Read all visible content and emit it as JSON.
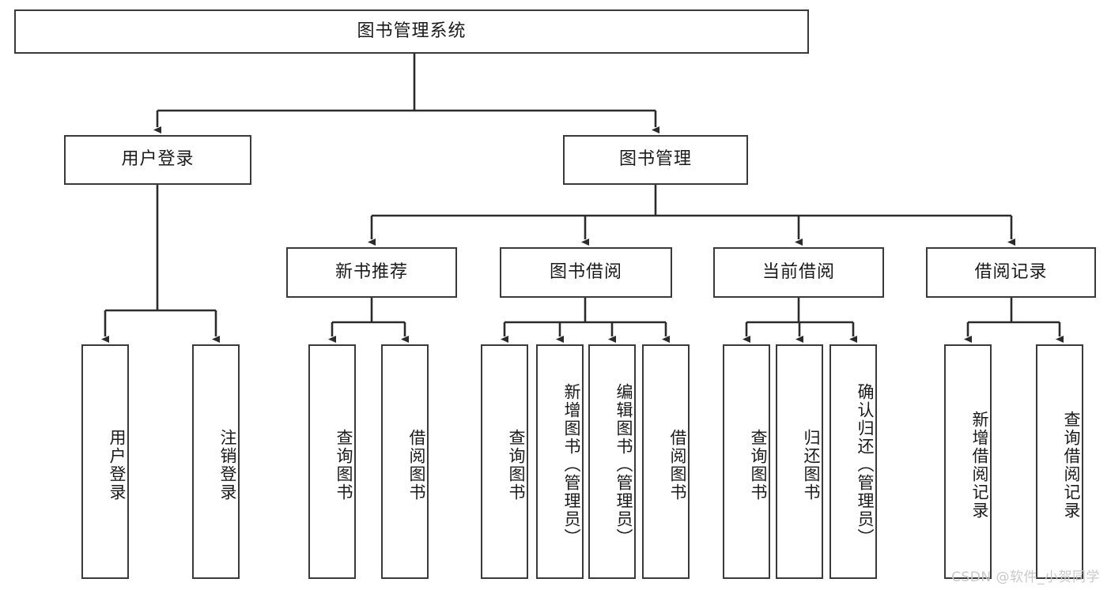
{
  "diagram": {
    "type": "tree-hierarchy",
    "title": "图书管理系统",
    "root": {
      "label": "图书管理系统"
    },
    "level2": [
      {
        "label": "用户登录"
      },
      {
        "label": "图书管理"
      }
    ],
    "level3": [
      {
        "label": "新书推荐"
      },
      {
        "label": "图书借阅"
      },
      {
        "label": "当前借阅"
      },
      {
        "label": "借阅记录"
      }
    ],
    "leaves": {
      "user_login": [
        {
          "label": "用户登录"
        },
        {
          "label": "注销登录"
        }
      ],
      "new_book_recommend": [
        {
          "label": "查询图书"
        },
        {
          "label": "借阅图书"
        }
      ],
      "book_borrow": [
        {
          "label": "查询图书"
        },
        {
          "label": "新增图书（管理员）"
        },
        {
          "label": "编辑图书（管理员）"
        },
        {
          "label": "借阅图书"
        }
      ],
      "current_borrow": [
        {
          "label": "查询图书"
        },
        {
          "label": "归还图书"
        },
        {
          "label": "确认归还（管理员）"
        }
      ],
      "borrow_record": [
        {
          "label": "新增借阅记录"
        },
        {
          "label": "查询借阅记录"
        }
      ]
    }
  },
  "watermark": {
    "text": "CSDN @软件_小贺同学"
  },
  "colors": {
    "border": "#3a3a3a",
    "background": "#ffffff",
    "text": "#1a1a1a",
    "watermark": "#c9c9c9"
  }
}
